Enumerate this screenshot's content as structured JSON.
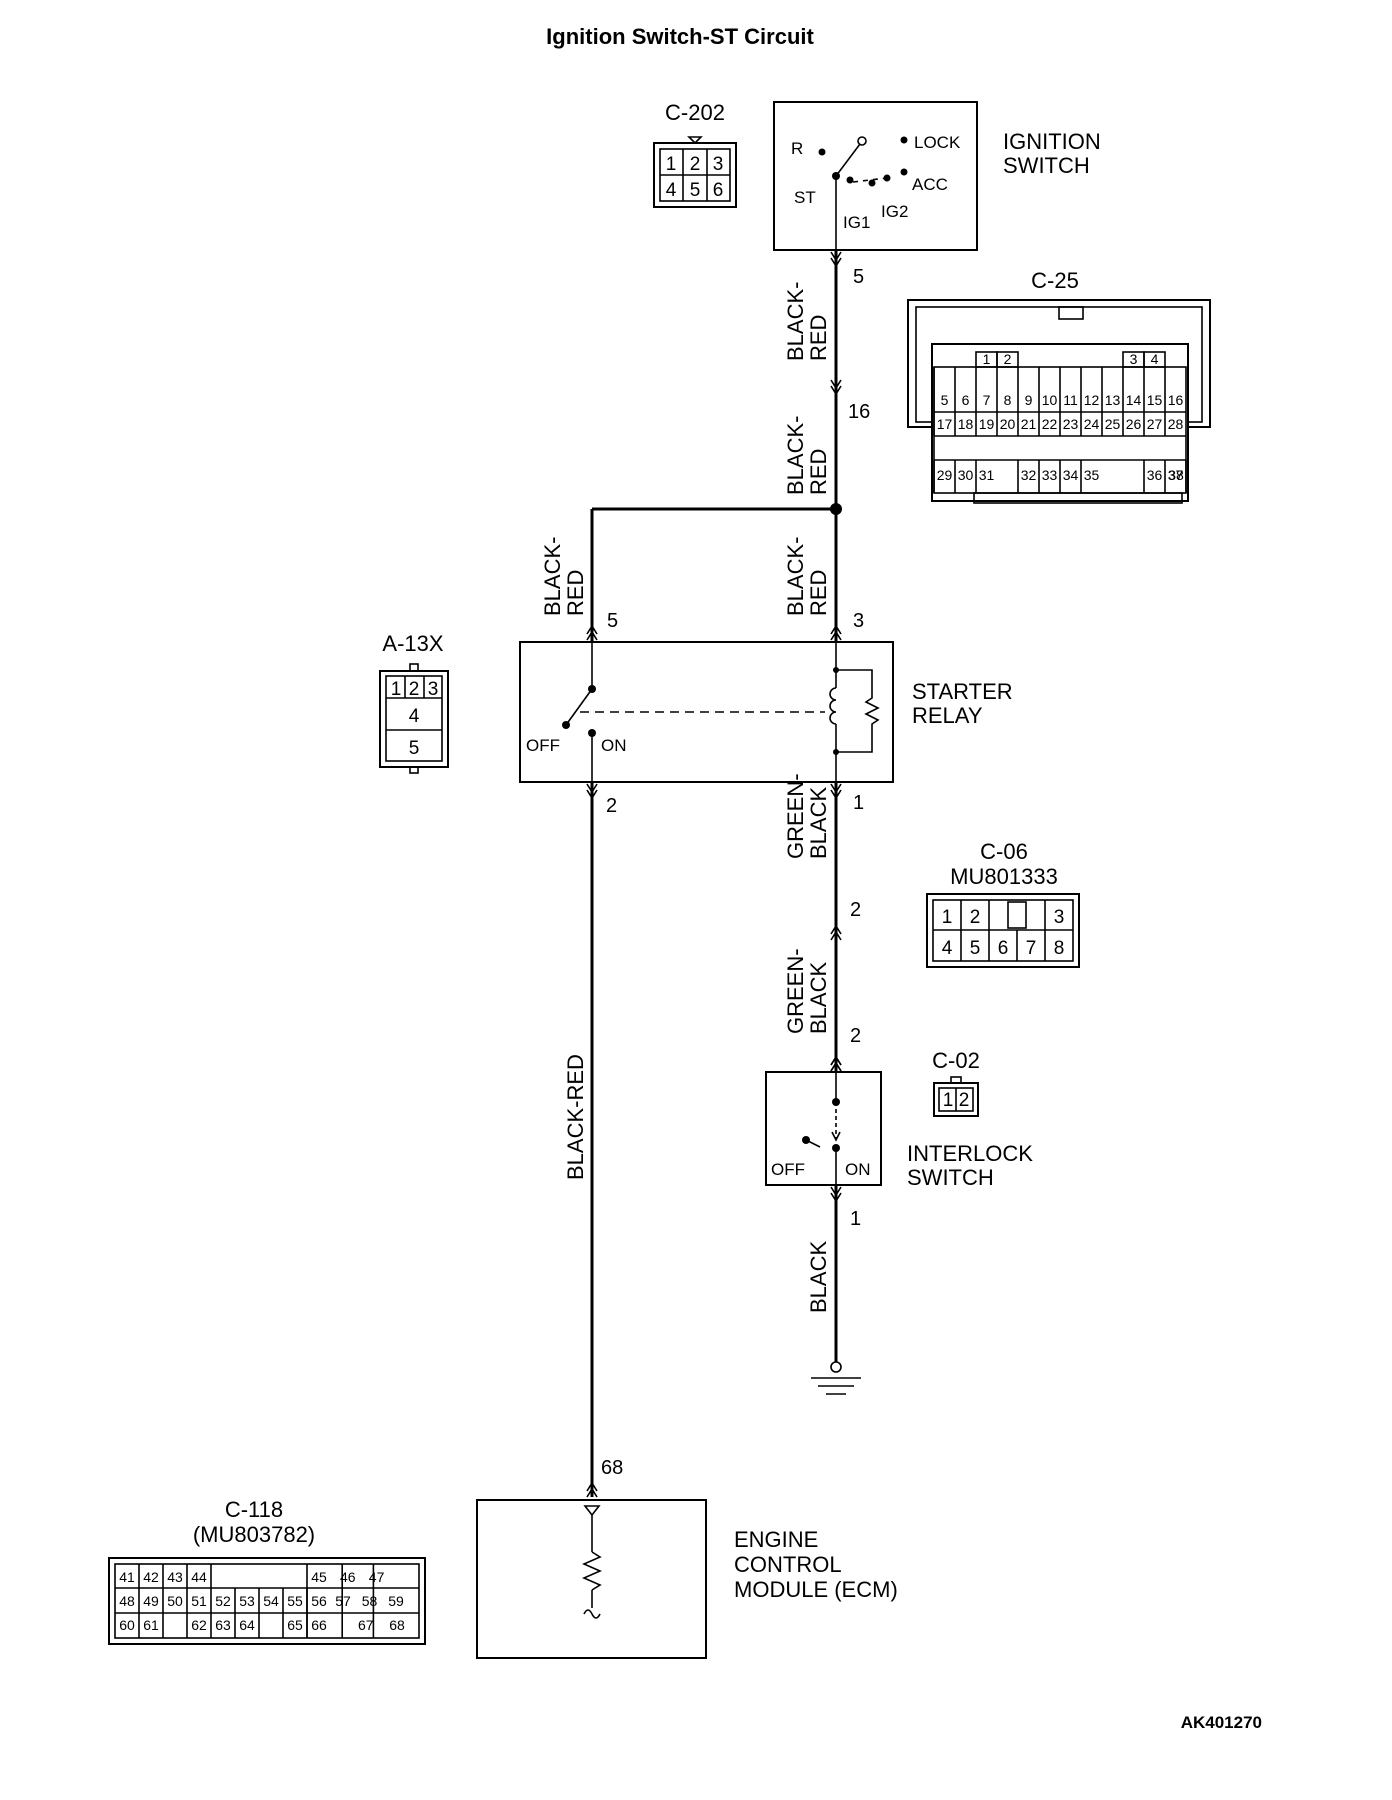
{
  "title": "Ignition Switch-ST Circuit",
  "diagram_code": "AK401270",
  "ignition_switch": {
    "name_line1": "IGNITION",
    "name_line2": "SWITCH",
    "pos_r": "R",
    "pos_lock": "LOCK",
    "pos_acc": "ACC",
    "pos_st": "ST",
    "pos_ig1": "IG1",
    "pos_ig2": "IG2"
  },
  "starter_relay": {
    "name_line1": "STARTER",
    "name_line2": "RELAY",
    "off": "OFF",
    "on": "ON"
  },
  "interlock_switch": {
    "name_line1": "INTERLOCK",
    "name_line2": "SWITCH",
    "off": "OFF",
    "on": "ON"
  },
  "ecm": {
    "line1": "ENGINE",
    "line2": "CONTROL",
    "line3": "MODULE (ECM)"
  },
  "pins": {
    "ign_out": "5",
    "c25_pin": "16",
    "relay_5": "5",
    "relay_3": "3",
    "relay_2": "2",
    "relay_1": "1",
    "c06_upper": "2",
    "c06_lower": "2",
    "interlock_1": "1",
    "ecm_68": "68"
  },
  "wire_colors": {
    "w1a": "BLACK-",
    "w1b": "RED",
    "w2a": "BLACK-",
    "w2b": "RED",
    "w3a": "BLACK-",
    "w3b": "RED",
    "w4a": "BLACK-",
    "w4b": "RED",
    "w5a": "GREEN-",
    "w5b": "BLACK",
    "w6a": "GREEN-",
    "w6b": "BLACK",
    "w7": "BLACK",
    "w8": "BLACK-RED"
  },
  "connectors": {
    "c202": {
      "name": "C-202",
      "rows": [
        [
          "1",
          "2",
          "3"
        ],
        [
          "4",
          "5",
          "6"
        ]
      ]
    },
    "c25": {
      "name": "C-25",
      "rows": [
        [
          "1",
          "2",
          "3",
          "4"
        ],
        [
          "5",
          "6",
          "7",
          "8",
          "9",
          "10",
          "11",
          "12",
          "13",
          "14",
          "15",
          "16"
        ],
        [
          "17",
          "18",
          "19",
          "20",
          "21",
          "22",
          "23",
          "24",
          "25",
          "26",
          "27",
          "28"
        ],
        [
          "29",
          "30",
          "31",
          "32",
          "33",
          "34",
          "35",
          "36",
          "37",
          "38"
        ]
      ]
    },
    "a13x": {
      "name": "A-13X",
      "rows": [
        [
          "1",
          "2",
          "3"
        ],
        [
          "4"
        ],
        [
          "5"
        ]
      ]
    },
    "c06": {
      "name": "C-06",
      "part": "MU801333",
      "rows": [
        [
          "1",
          "2",
          "3"
        ],
        [
          "4",
          "5",
          "6",
          "7",
          "8"
        ]
      ]
    },
    "c02": {
      "name": "C-02",
      "rows": [
        [
          "1",
          "2"
        ]
      ]
    },
    "c118": {
      "name": "C-118",
      "part": "(MU803782)",
      "rows": [
        [
          "41",
          "42",
          "43",
          "44",
          "45",
          "46",
          "47"
        ],
        [
          "48",
          "49",
          "50",
          "51",
          "52",
          "53",
          "54",
          "55",
          "56",
          "57",
          "58",
          "59"
        ],
        [
          "60",
          "61",
          "62",
          "63",
          "64",
          "65",
          "66",
          "67",
          "68"
        ]
      ]
    }
  }
}
